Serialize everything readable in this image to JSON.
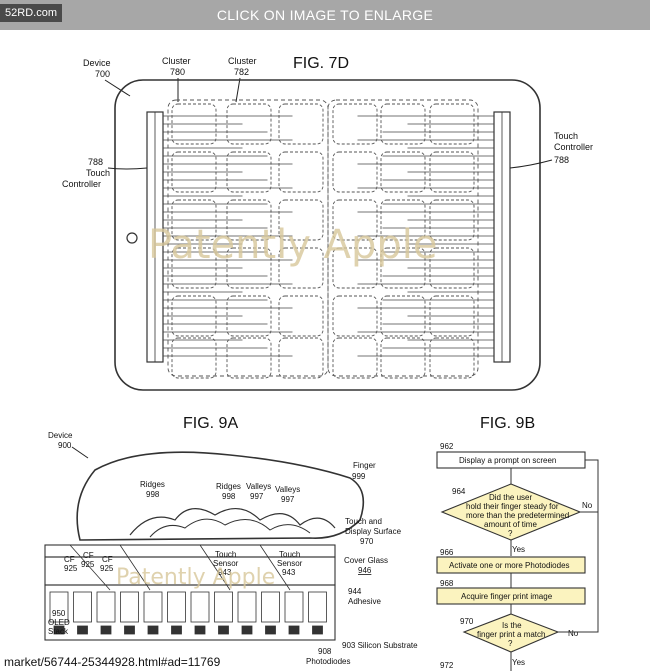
{
  "header": {
    "text": "CLICK ON IMAGE TO ENLARGE",
    "badge": "52RD.com"
  },
  "fig7d": {
    "title": "FIG. 7D",
    "device_label": "Device",
    "device_num": "700",
    "cluster1_label": "Cluster",
    "cluster1_num": "780",
    "cluster2_label": "Cluster",
    "cluster2_num": "782",
    "tc_left_num": "788",
    "tc_left_1": "Touch",
    "tc_left_2": "Controller",
    "tc_right_1": "Touch",
    "tc_right_2": "Controller",
    "tc_right_num": "788",
    "watermark": "Patently Apple"
  },
  "fig9a": {
    "title": "FIG. 9A",
    "device_label": "Device",
    "device_num": "900",
    "finger": "Finger",
    "finger_num": "999",
    "ridges1": "Ridges",
    "ridges1_num": "998",
    "ridges2": "Ridges",
    "ridges2_num": "998",
    "valleys1": "Valleys",
    "valleys1_num": "997",
    "valleys2": "Valleys",
    "valleys2_num": "997",
    "touch_surface_1": "Touch and",
    "touch_surface_2": "Display Surface",
    "touch_surface_num": "970",
    "cf1": "CF",
    "cf1_num": "925",
    "cf2": "CF",
    "cf2_num": "925",
    "cf3": "CF",
    "cf3_num": "925",
    "ts1": "Touch",
    "ts1b": "Sensor",
    "ts1_num": "943",
    "ts2": "Touch",
    "ts2b": "Sensor",
    "ts2_num": "943",
    "cover": "Cover Glass",
    "cover_num": "946",
    "adhesive_num": "944",
    "adhesive": "Adhesive",
    "oled_num": "950",
    "oled_1": "OLED",
    "oled_2": "Stack",
    "substrate": "903 Silicon Substrate",
    "photodiode_num": "908",
    "photodiode": "Photodiodes",
    "watermark": "Patently Apple"
  },
  "fig9b": {
    "title": "FIG. 9B",
    "n962": "962",
    "box1": "Display a prompt on screen",
    "n964": "964",
    "d1_1": "Did the user",
    "d1_2": "hold their finger steady for",
    "d1_3": "more than the predetermined",
    "d1_4": "amount of time",
    "d1_5": "?",
    "no1": "No",
    "yes1": "Yes",
    "n966": "966",
    "box2": "Activate one or more Photodiodes",
    "n968": "968",
    "box3": "Acquire finger print image",
    "n970": "970",
    "d2_1": "Is the",
    "d2_2": "finger print a match",
    "d2_3": "?",
    "no2": "No",
    "yes2": "Yes",
    "n972": "972"
  },
  "footer": {
    "url": "market/56744-25344928.html#ad=11769"
  }
}
